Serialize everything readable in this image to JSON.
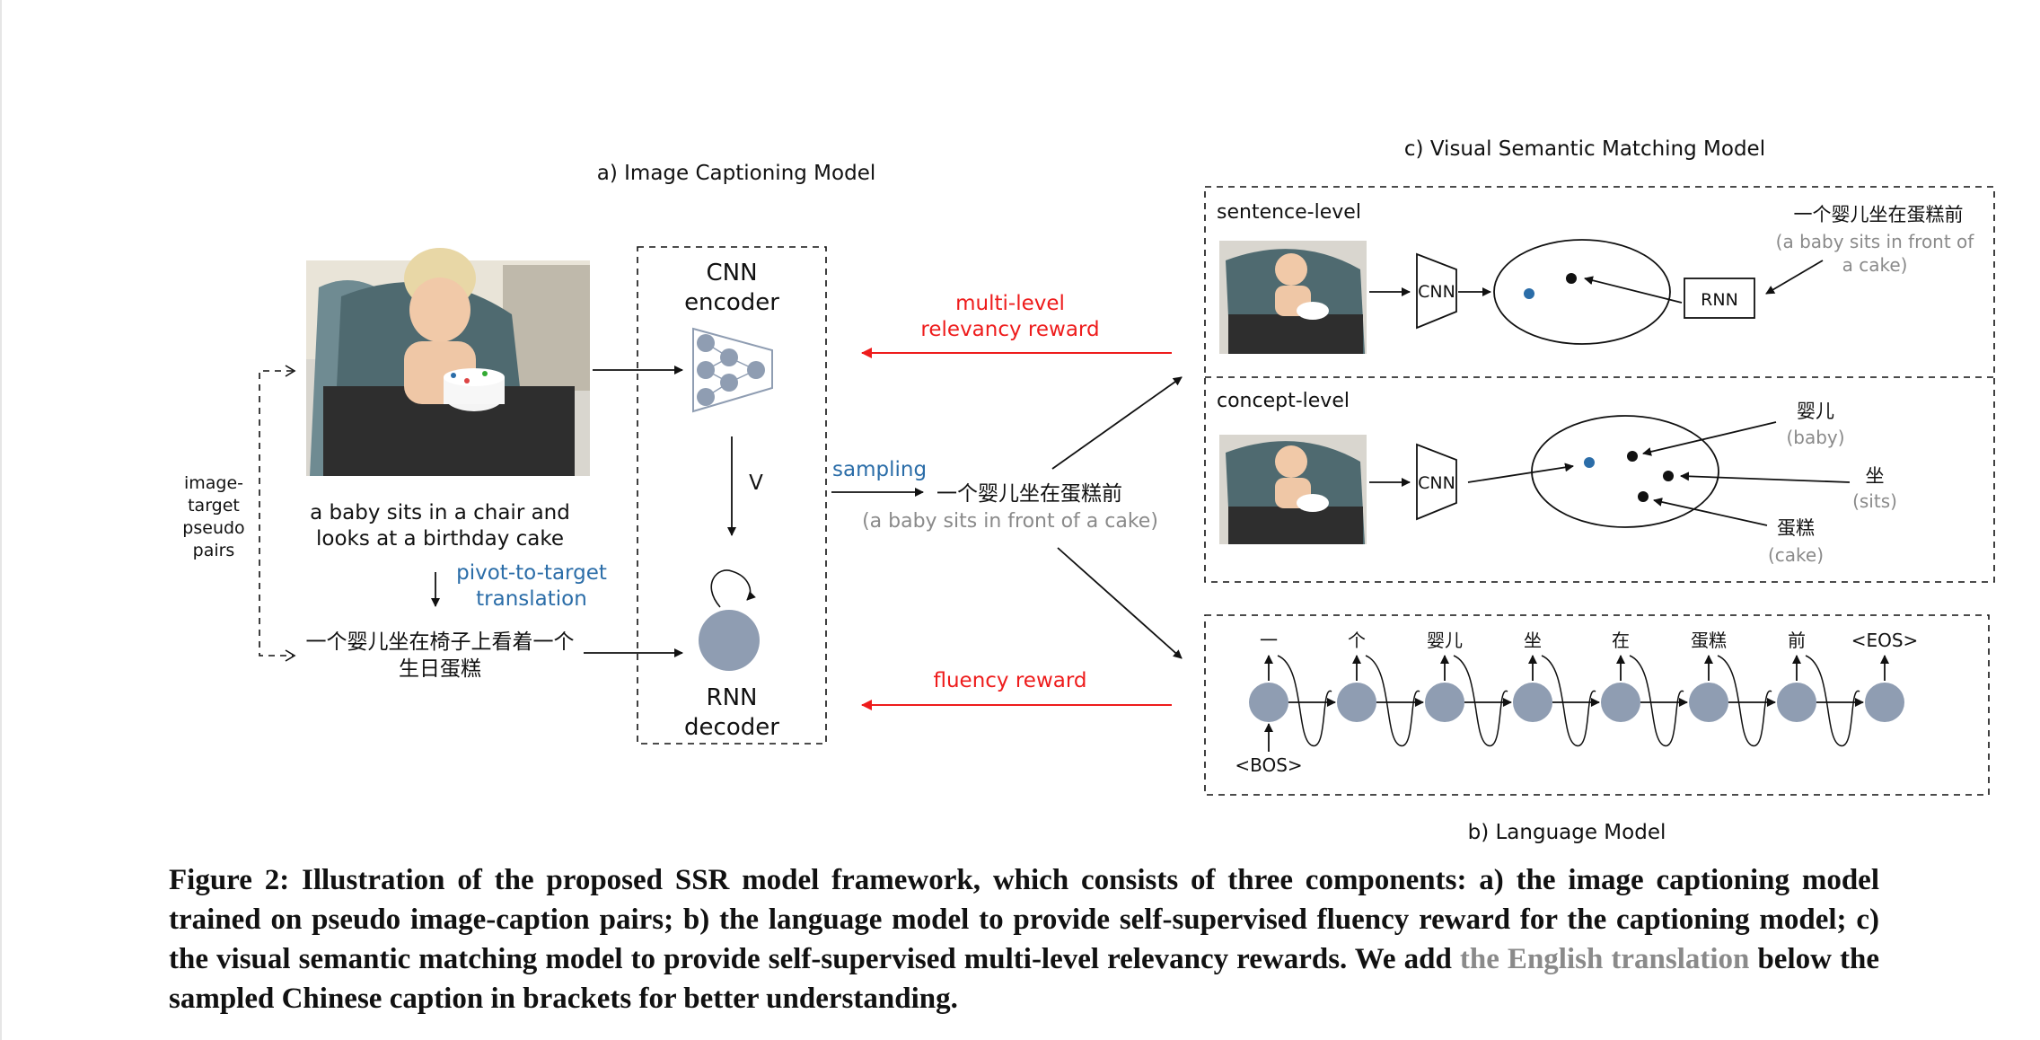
{
  "figure": {
    "panel_a_title": "a) Image Captioning Model",
    "panel_b_title": "b) Language Model",
    "panel_c_title": "c) Visual Semantic Matching Model",
    "image_target_label": [
      "image-",
      "target",
      "pseudo",
      "pairs"
    ],
    "english_caption": [
      "a baby sits in a chair and",
      "looks at a birthday cake"
    ],
    "pivot_label": [
      "pivot-to-target",
      "translation"
    ],
    "chinese_caption": [
      "一个婴儿坐在椅子上看着一个",
      "生日蛋糕"
    ],
    "cnn_encoder_label": [
      "CNN",
      "encoder"
    ],
    "v_label": "V",
    "rnn_decoder_label": [
      "RNN",
      "decoder"
    ],
    "sampling_label": "sampling",
    "sampled_caption_zh": "一个婴儿坐在蛋糕前",
    "sampled_caption_en": "(a baby sits in front of a cake)",
    "relevancy_reward_label": [
      "multi-level",
      "relevancy reward"
    ],
    "fluency_reward_label": "fluency reward",
    "sentence_level_label": "sentence-level",
    "concept_level_label": "concept-level",
    "cnn_box_label": "CNN",
    "rnn_box_label": "RNN",
    "sentence_caption_zh": "一个婴儿坐在蛋糕前",
    "sentence_caption_en": [
      "(a baby sits in front of",
      "a cake)"
    ],
    "concepts": [
      {
        "zh": "婴儿",
        "en": "(baby)"
      },
      {
        "zh": "坐",
        "en": "(sits)"
      },
      {
        "zh": "蛋糕",
        "en": "(cake)"
      }
    ],
    "lm_tokens": [
      "一",
      "个",
      "婴儿",
      "坐",
      "在",
      "蛋糕",
      "前",
      "<EOS>"
    ],
    "bos_label": "<BOS>"
  },
  "caption": {
    "text_main": "Figure 2: Illustration of the proposed SSR model framework, which consists of three components: a) the image captioning model trained on pseudo image-caption pairs; b) the language model to provide self-supervised fluency reward for the captioning model; c) the visual semantic matching model to provide self-supervised multi-level relevancy rewards. We add ",
    "text_gray": "the English translation",
    "text_end": " below the sampled Chinese caption in brackets for better understanding."
  },
  "colors": {
    "red": "#ee1c1c",
    "blue": "#2b6da8",
    "gray_text": "#8a8a8a",
    "node": "#8f9db2"
  }
}
